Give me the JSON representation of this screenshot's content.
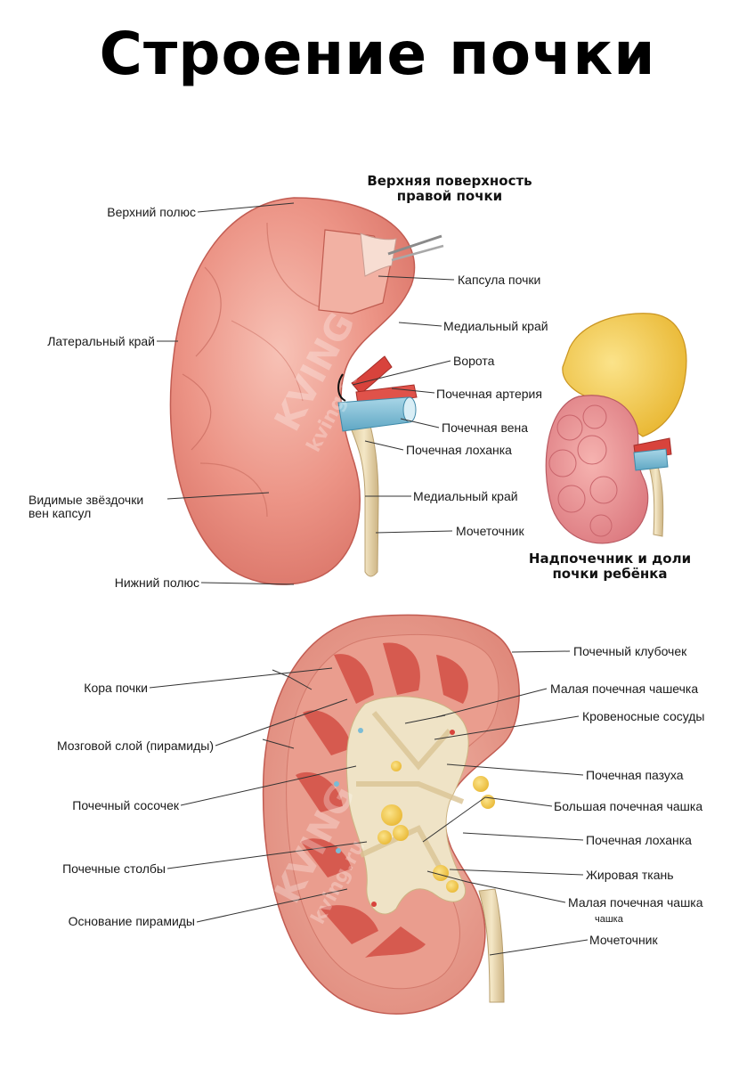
{
  "title": "Строение почки",
  "watermark": {
    "brand": "KVING",
    "site": "kving.ru"
  },
  "top_view": {
    "caption": [
      "Верхняя поверхность",
      "правой почки"
    ],
    "labels": {
      "upper_pole": "Верхний полюс",
      "capsule": "Капсула почки",
      "medial_edge_top": "Медиальный край",
      "lateral_edge": "Латеральный край",
      "hilum": "Ворота",
      "renal_artery": "Почечная артерия",
      "renal_vein": "Почечная вена",
      "renal_pelvis": "Почечная лоханка",
      "stellate_veins": [
        "Видимые звёздочки",
        "вен капсул"
      ],
      "medial_edge_bottom": "Медиальный край",
      "ureter": "Мочеточник",
      "lower_pole": "Нижний полюс"
    }
  },
  "child_view": {
    "caption": [
      "Надпочечник и доли",
      "почки ребёнка"
    ]
  },
  "section_view": {
    "labels": {
      "glomerulus": "Почечный клубочек",
      "cortex": "Кора почки",
      "minor_calyx": "Малая почечная чашечка",
      "blood_vessels": "Кровеносные сосуды",
      "medulla": "Мозговой слой (пирамиды)",
      "sinus": "Почечная пазуха",
      "papilla": "Почечный сосочек",
      "major_calyx": "Большая почечная чашка",
      "pelvis": "Почечная лоханка",
      "columns": "Почечные столбы",
      "fat": "Жировая ткань",
      "minor_calyx_2": "Малая почечная чашка",
      "minor_calyx_2_sub": "чашка",
      "pyramid_base": "Основание пирамиды",
      "ureter": "Мочеточник"
    }
  },
  "colors": {
    "kidney": "#e98a80",
    "kidney_light": "#f4b7a8",
    "cortex": "#e9a295",
    "pyramid": "#d65a4f",
    "sinus": "#efe3c6",
    "fat": "#f3c94a",
    "ureter": "#ecdcb2",
    "artery": "#d8433c",
    "vein": "#7bbcd6",
    "leader": "#333333"
  }
}
